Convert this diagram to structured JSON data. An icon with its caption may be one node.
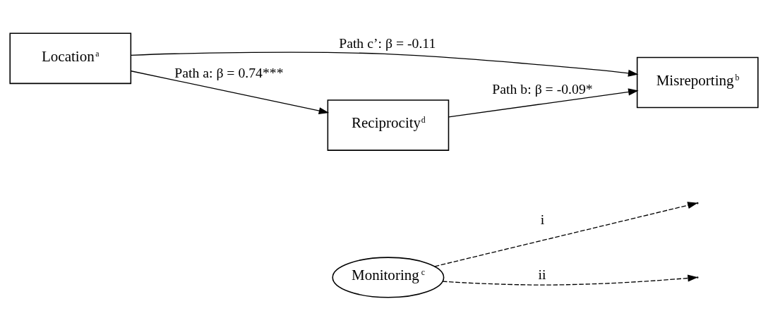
{
  "diagram": {
    "nodes": [
      {
        "text": [
          "Reciprocity$^{d}$"
        ]
      },
      {
        "text": [
          "Monitoring$^{c}$"
        ]
      },
      {
        "text": [
          "Location$^{a}$"
        ]
      },
      {
        "text": [
          "Misreporting$^{b}$"
        ]
      }
    ],
    "edges": [
      {
        "from": 2,
        "to": 0,
        "arrow": "to",
        "label": "Path a: β = 0.74***"
      },
      {
        "from": 0,
        "to": 3,
        "arrow": "to",
        "label": "Path b: β = -0.09*"
      },
      {
        "from": 1,
        "to": null,
        "arrow": "to",
        "label": "i",
        "style": "dashed"
      },
      {
        "from": 1,
        "to": null,
        "arrow": "to",
        "label": "ii",
        "style": "dashed"
      },
      {
        "from": 2,
        "to": 3,
        "arrow": "to",
        "label": "Path c’: β = -0.11"
      }
    ]
  }
}
